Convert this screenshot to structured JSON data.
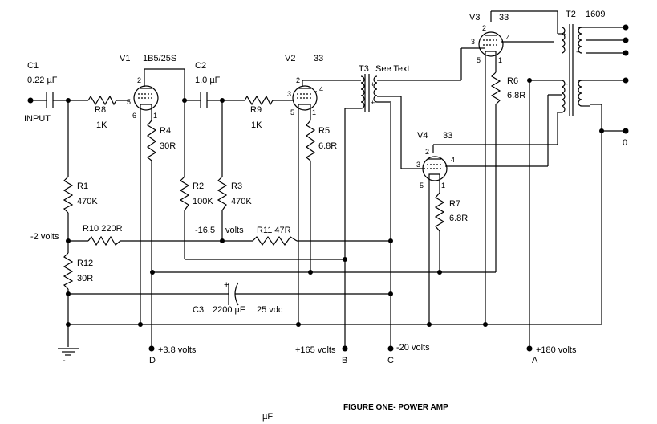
{
  "title": "FIGURE ONE- POWER AMP",
  "stray_label": "µF",
  "components": {
    "c1": {
      "ref": "C1",
      "value": "0.22 µF"
    },
    "input": "INPUT",
    "r8": {
      "ref": "R8",
      "value": "1K"
    },
    "v1": {
      "ref": "V1",
      "type": "1B5/25S"
    },
    "c2": {
      "ref": "C2",
      "value": "1.0 µF"
    },
    "r9": {
      "ref": "R9",
      "value": "1K"
    },
    "v2": {
      "ref": "V2",
      "type": "33"
    },
    "t3": {
      "ref": "T3",
      "note": "See Text"
    },
    "v3": {
      "ref": "V3",
      "type": "33"
    },
    "t2": {
      "ref": "T2",
      "type": "1609"
    },
    "r4": {
      "ref": "R4",
      "value": "30R"
    },
    "r5": {
      "ref": "R5",
      "value": "6.8R"
    },
    "r6": {
      "ref": "R6",
      "value": "6.8R"
    },
    "v4": {
      "ref": "V4",
      "type": "33"
    },
    "r7": {
      "ref": "R7",
      "value": "6.8R"
    },
    "r1": {
      "ref": "R1",
      "value": "470K"
    },
    "r2": {
      "ref": "R2",
      "value": "100K"
    },
    "r3": {
      "ref": "R3",
      "value": "470K"
    },
    "r10": {
      "label": "R10 220R"
    },
    "r11": {
      "label": "R11 47R"
    },
    "r12": {
      "ref": "R12",
      "value": "30R"
    },
    "c3": {
      "ref": "C3",
      "value": "2200 µF",
      "rating": "25 vdc"
    }
  },
  "voltages": {
    "minus2": "-2 volts",
    "minus16_5": "-16.5",
    "volts": "volts",
    "plus3_8": "+3.8 volts",
    "plus165": "+165 volts",
    "minus20": "-20 volts",
    "plus180": "+180 volts"
  },
  "terminals": {
    "d": "D",
    "b": "B",
    "c": "C",
    "a": "A",
    "zero": "0"
  },
  "pins": {
    "p1": "1",
    "p2": "2",
    "p3": "3",
    "p4": "4",
    "p5": "5",
    "p6": "6"
  },
  "polarity": {
    "plus": "+",
    "minus": "-"
  }
}
